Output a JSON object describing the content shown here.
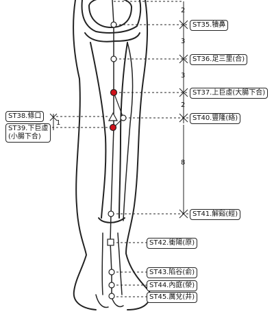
{
  "points": [
    {
      "id": "st35",
      "label": "ST35.犢鼻",
      "highlight": false,
      "shape": "circle"
    },
    {
      "id": "st36",
      "label": "ST36.足三里(合)",
      "highlight": false,
      "shape": "circle"
    },
    {
      "id": "st37",
      "label": "ST37.上巨虛(大腸下合)",
      "highlight": true,
      "shape": "circle"
    },
    {
      "id": "st38",
      "label": "ST38.條口",
      "highlight": false,
      "shape": "triangle"
    },
    {
      "id": "st39",
      "label_lines": [
        "ST39.下巨虛",
        "(小腸下合)"
      ],
      "highlight": true,
      "shape": "circle"
    },
    {
      "id": "st40",
      "label": "ST40.豐隆(絡)",
      "highlight": false,
      "shape": "circle"
    },
    {
      "id": "st41",
      "label": "ST41.解谿(經)",
      "highlight": false,
      "shape": "circle"
    },
    {
      "id": "st42",
      "label": "ST42.衝陽(原)",
      "highlight": false,
      "shape": "square"
    },
    {
      "id": "st43",
      "label": "ST43.陷谷(俞)",
      "highlight": false,
      "shape": "circle"
    },
    {
      "id": "st44",
      "label": "ST44.內庭(滎)",
      "highlight": false,
      "shape": "circle"
    },
    {
      "id": "st45",
      "label": "ST45.厲兌(井)",
      "highlight": false,
      "shape": "circle"
    }
  ],
  "measures": {
    "top": "2",
    "st35_st36": "3",
    "st36_st37": "3",
    "st37_st40": "2",
    "st38_st39": "1",
    "st40_st41": "8"
  },
  "colors": {
    "highlight": "#d0121b",
    "line": "#222222",
    "point_fill": "#ffffff"
  }
}
